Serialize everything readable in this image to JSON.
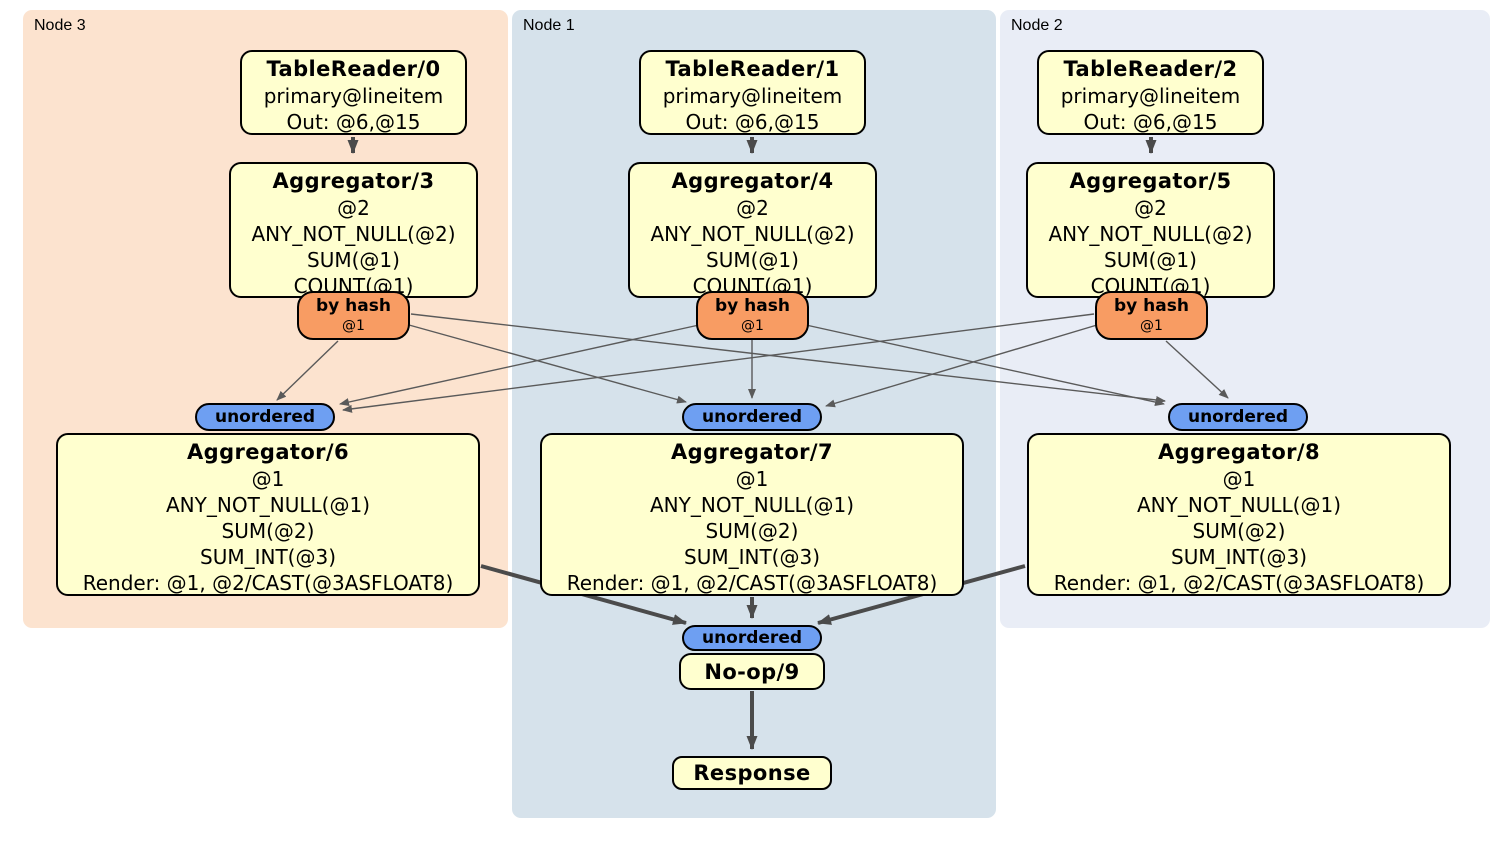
{
  "groups": [
    {
      "label": "Node 3"
    },
    {
      "label": "Node 1"
    },
    {
      "label": "Node 2"
    }
  ],
  "nodes": {
    "tr0": {
      "title": "TableReader/0",
      "lines": [
        "primary@lineitem",
        "Out: @6,@15"
      ]
    },
    "tr1": {
      "title": "TableReader/1",
      "lines": [
        "primary@lineitem",
        "Out: @6,@15"
      ]
    },
    "tr2": {
      "title": "TableReader/2",
      "lines": [
        "primary@lineitem",
        "Out: @6,@15"
      ]
    },
    "agg3": {
      "title": "Aggregator/3",
      "lines": [
        "@2",
        "ANY_NOT_NULL(@2)",
        "SUM(@1)",
        "COUNT(@1)"
      ]
    },
    "agg4": {
      "title": "Aggregator/4",
      "lines": [
        "@2",
        "ANY_NOT_NULL(@2)",
        "SUM(@1)",
        "COUNT(@1)"
      ]
    },
    "agg5": {
      "title": "Aggregator/5",
      "lines": [
        "@2",
        "ANY_NOT_NULL(@2)",
        "SUM(@1)",
        "COUNT(@1)"
      ]
    },
    "agg6": {
      "title": "Aggregator/6",
      "lines": [
        "@1",
        "ANY_NOT_NULL(@1)",
        "SUM(@2)",
        "SUM_INT(@3)",
        "Render: @1, @2/CAST(@3ASFLOAT8)"
      ]
    },
    "agg7": {
      "title": "Aggregator/7",
      "lines": [
        "@1",
        "ANY_NOT_NULL(@1)",
        "SUM(@2)",
        "SUM_INT(@3)",
        "Render: @1, @2/CAST(@3ASFLOAT8)"
      ]
    },
    "agg8": {
      "title": "Aggregator/8",
      "lines": [
        "@1",
        "ANY_NOT_NULL(@1)",
        "SUM(@2)",
        "SUM_INT(@3)",
        "Render: @1, @2/CAST(@3ASFLOAT8)"
      ]
    },
    "noop9": {
      "title": "No-op/9"
    },
    "response": {
      "title": "Response"
    }
  },
  "routers": {
    "hash3": {
      "label": "by hash",
      "sub": "@1"
    },
    "hash4": {
      "label": "by hash",
      "sub": "@1"
    },
    "hash5": {
      "label": "by hash",
      "sub": "@1"
    }
  },
  "streams": {
    "u6": {
      "label": "unordered"
    },
    "u7": {
      "label": "unordered"
    },
    "u8": {
      "label": "unordered"
    },
    "u9": {
      "label": "unordered"
    }
  },
  "colors": {
    "node3-bg": "#FCE3CF",
    "node1-bg": "#D6E2EB",
    "node2-bg": "#E9EDF6",
    "box-bg": "#FFFFCF",
    "box-border": "#000000",
    "router-bg": "#F89C63",
    "stream-bg": "#6E9FF2",
    "edge": "#4B4B4B",
    "text": "#000000"
  }
}
